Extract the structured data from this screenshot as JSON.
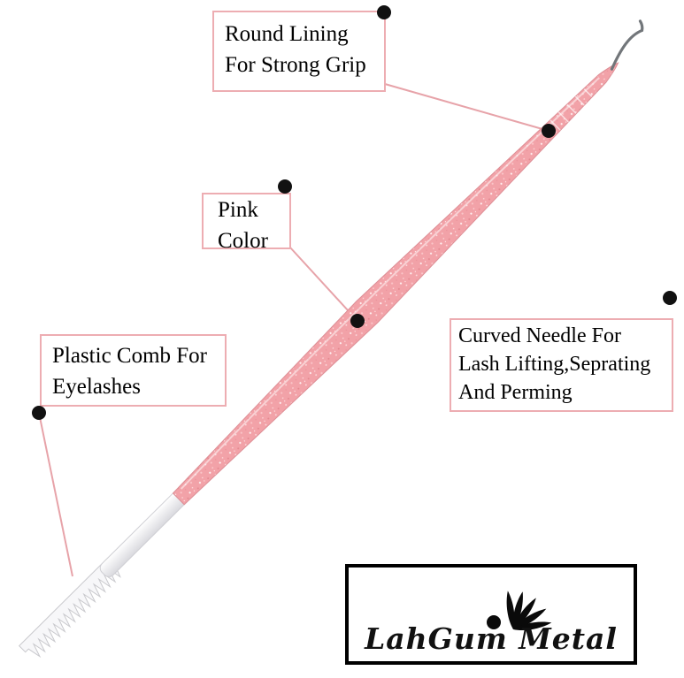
{
  "callouts": {
    "round_lining": {
      "lines": [
        "Round Lining",
        "For Strong Grip"
      ]
    },
    "pink_color": {
      "lines": [
        "Pink",
        "Color"
      ]
    },
    "plastic_comb": {
      "lines": [
        "Plastic Comb For",
        "Eyelashes"
      ]
    },
    "curved_needle": {
      "lines": [
        "Curved Needle For",
        "Lash Lifting,Seprating",
        "And Perming"
      ]
    }
  },
  "logo": {
    "brand": "LahGum Metal"
  },
  "colors": {
    "tool_pink": "#f2a2a8",
    "tool_pink_edge": "#dd8f96",
    "callout_border": "#edadb2",
    "connector_line": "#e7a3a9",
    "dot": "#111111",
    "needle_metal": "#72767a",
    "logo_border": "#000000"
  }
}
